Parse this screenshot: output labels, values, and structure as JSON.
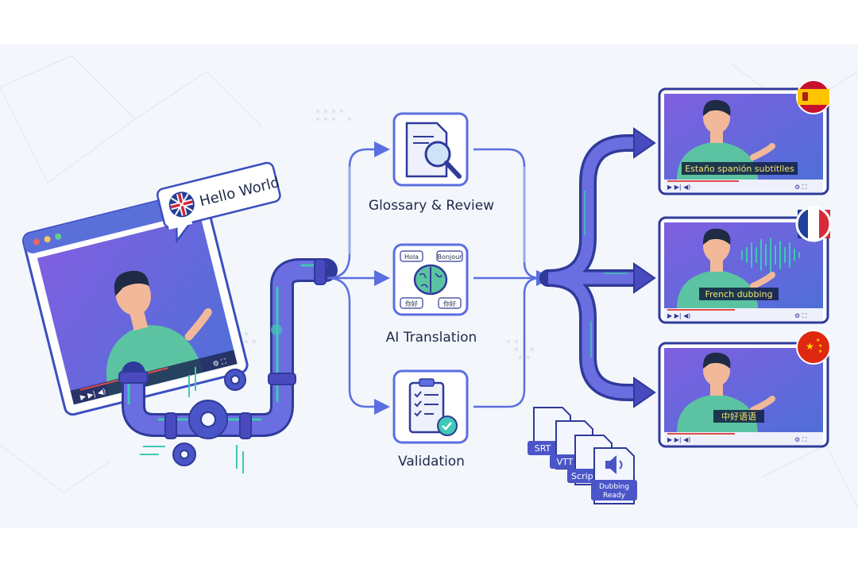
{
  "source": {
    "speech_bubble": "Hello World",
    "flag": "uk-flag-icon"
  },
  "stages": [
    {
      "label": "Glossary & Review",
      "icon": "magnifier-document-icon"
    },
    {
      "label": "AI Translation",
      "icon": "brain-icon",
      "bubbles": [
        "Hola",
        "Bonjour",
        "你好",
        "你好"
      ]
    },
    {
      "label": "Validation",
      "icon": "checklist-icon"
    }
  ],
  "outputs": [
    {
      "caption": "Estaño spanión subtitlles",
      "flag": "spain-flag-icon"
    },
    {
      "caption": "French dubbing",
      "flag": "france-flag-icon"
    },
    {
      "caption": "中好语语",
      "flag": "china-flag-icon"
    }
  ],
  "files": [
    "SRT",
    "VTT",
    "Script",
    "Dubbing Ready"
  ],
  "colors": {
    "accent": "#5b5fd6",
    "pipe": "#6f6fe0",
    "teal": "#3fc8b4",
    "video_bg": "#6b5fd8",
    "shirt": "#5bc3a2",
    "progress": "#e14b4b"
  }
}
